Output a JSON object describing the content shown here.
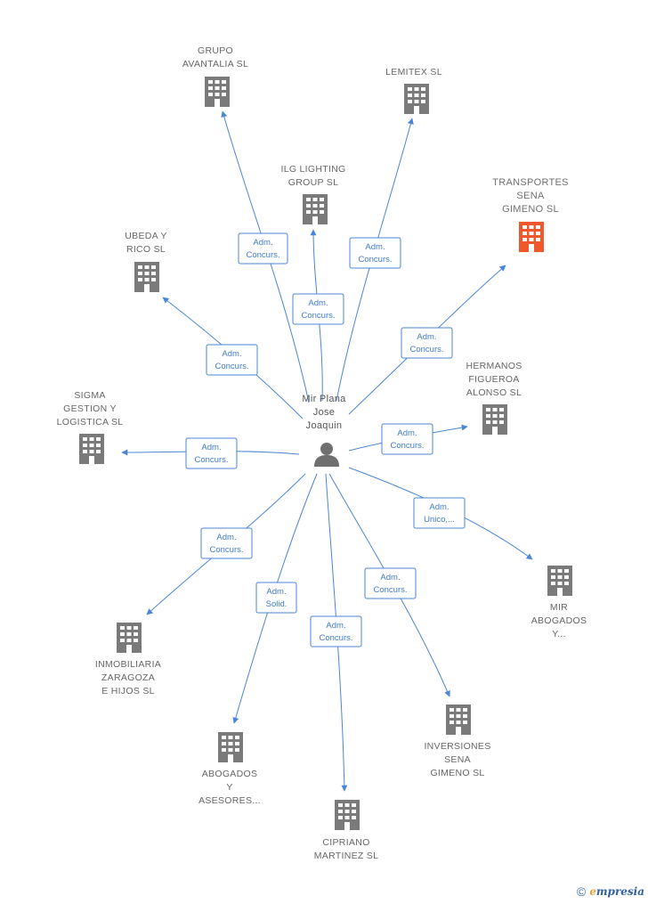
{
  "center": {
    "lines": [
      "Mir Plana",
      "Jose",
      "Joaquin"
    ]
  },
  "colors": {
    "edge": "#4a86d6",
    "building": "#7a7a7a",
    "highlight": "#f0572a",
    "person": "#6f6f6f"
  },
  "nodes": [
    {
      "id": "grupo",
      "lines": [
        "GRUPO",
        "AVANTALIA SL"
      ],
      "role": [
        "Adm.",
        "Concurs."
      ]
    },
    {
      "id": "lemitex",
      "lines": [
        "LEMITEX SL"
      ],
      "role": [
        "Adm.",
        "Concurs."
      ]
    },
    {
      "id": "ilg",
      "lines": [
        "ILG LIGHTING",
        "GROUP SL"
      ],
      "role": [
        "Adm.",
        "Concurs."
      ]
    },
    {
      "id": "transportes",
      "lines": [
        "TRANSPORTES",
        "SENA",
        "GIMENO SL"
      ],
      "role": [
        "Adm.",
        "Concurs."
      ],
      "highlight": true
    },
    {
      "id": "ubeda",
      "lines": [
        "UBEDA Y",
        "RICO SL"
      ],
      "role": [
        "Adm.",
        "Concurs."
      ]
    },
    {
      "id": "hermanos",
      "lines": [
        "HERMANOS",
        "FIGUEROA",
        "ALONSO SL"
      ],
      "role": [
        "Adm.",
        "Concurs."
      ]
    },
    {
      "id": "sigma",
      "lines": [
        "SIGMA",
        "GESTION Y",
        "LOGISTICA SL"
      ],
      "role": [
        "Adm.",
        "Concurs."
      ]
    },
    {
      "id": "mir",
      "lines": [
        "MIR",
        "ABOGADOS",
        "Y..."
      ],
      "role": [
        "Adm.",
        "Unico,..."
      ]
    },
    {
      "id": "inmobiliaria",
      "lines": [
        "INMOBILIARIA",
        "ZARAGOZA",
        "E HIJOS SL"
      ],
      "role": [
        "Adm.",
        "Concurs."
      ]
    },
    {
      "id": "inversiones",
      "lines": [
        "INVERSIONES",
        "SENA",
        "GIMENO SL"
      ],
      "role": [
        "Adm.",
        "Concurs."
      ]
    },
    {
      "id": "abogados",
      "lines": [
        "ABOGADOS",
        "Y",
        "ASESORES..."
      ],
      "role": [
        "Adm.",
        "Solid."
      ]
    },
    {
      "id": "cipriano",
      "lines": [
        "CIPRIANO",
        "MARTINEZ SL"
      ],
      "role": [
        "Adm.",
        "Concurs."
      ]
    }
  ],
  "footer": {
    "copyright": "©",
    "brand_first": "e",
    "brand_rest": "mpresia"
  }
}
